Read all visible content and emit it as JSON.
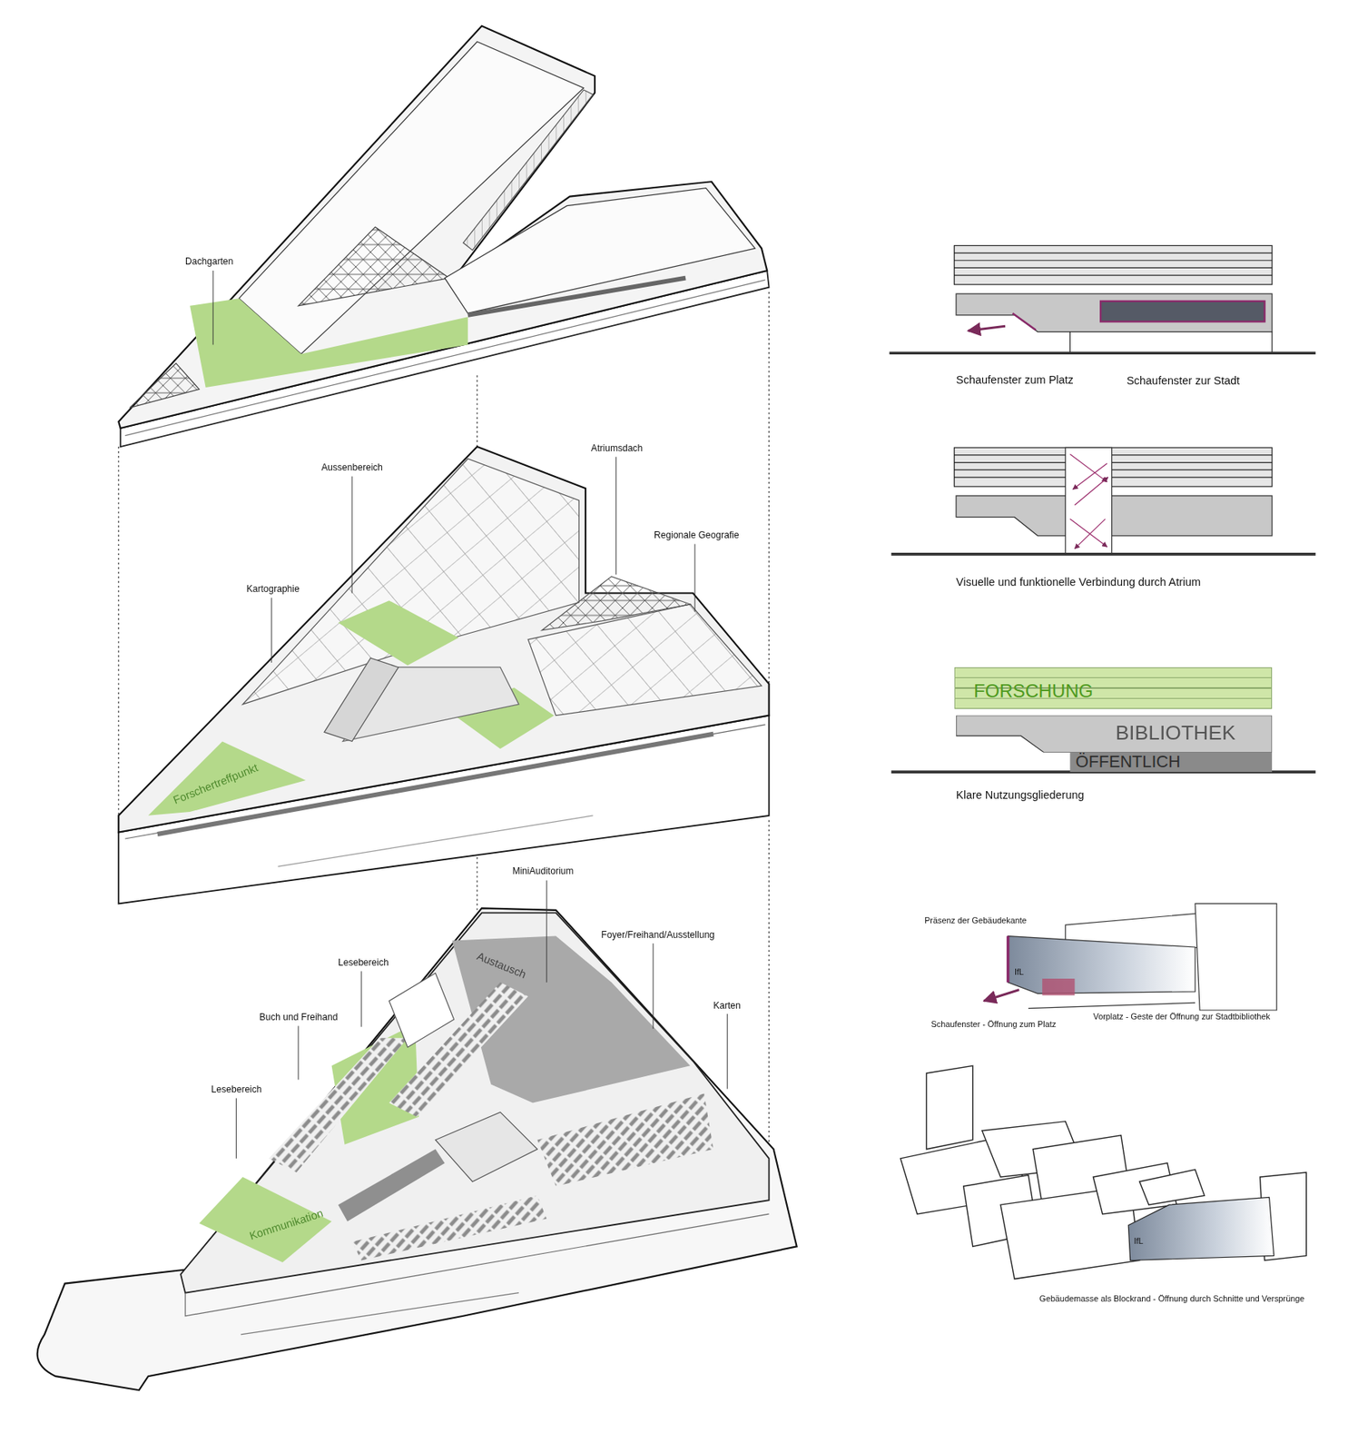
{
  "diagram": {
    "nodes": [
      {
        "text": [
          "FORSCHUNG"
        ]
      },
      {
        "text": [
          "BIBLIOTHEK"
        ]
      },
      {
        "text": [
          "ÖFFENTLICH"
        ]
      }
    ],
    "labels": [
      "Dachgarten",
      "Aussenbereich",
      "Atriumsdach",
      "Regionale Geografie",
      "Kartographie",
      "Forschertreffpunkt",
      "MiniAuditorium",
      "Foyer/Freihand/Ausstellung",
      "Lesebereich",
      "Buch und Freihand",
      "Karten",
      "Lesebereich",
      "Austausch",
      "Kommunikation",
      "Schaufenster zum Platz",
      "Schaufenster zur Stadt",
      "Visuelle und funktionelle Verbindung durch Atrium",
      "Klare Nutzungsgliederung",
      "Präsenz der Gebäudekante",
      "IfL",
      "Schaufenster - Öffnung zum Platz",
      "Vorplatz - Geste der Öffnung zur Stadtbibliothek",
      "IfL",
      "Gebäudemasse als Blockrand - Öffnung durch Schnitte und Versprünge"
    ]
  }
}
